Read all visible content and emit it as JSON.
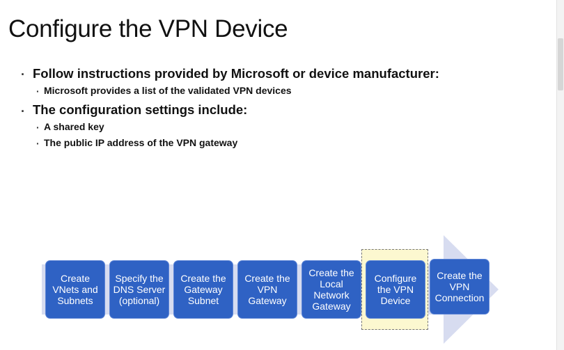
{
  "slide": {
    "title": "Configure the VPN Device",
    "bullets": [
      {
        "text": "Follow instructions provided by Microsoft or device manufacturer:",
        "sub": [
          "Microsoft provides a list of the validated VPN devices"
        ]
      },
      {
        "text": "The configuration settings include:",
        "sub": [
          "A shared key",
          "The public IP address of the VPN gateway"
        ]
      }
    ],
    "bullet_glyph": "·"
  },
  "process": {
    "steps": [
      "Create\nVNets and\nSubnets",
      "Specify the\nDNS Server\n(optional)",
      "Create the\nGateway\nSubnet",
      "Create the\nVPN\nGateway",
      "Create the\nLocal\nNetwork\nGateway",
      "Configure\nthe VPN\nDevice",
      "Create the\nVPN\nConnection"
    ],
    "current_step_index": 5
  },
  "colors": {
    "step_fill": "#2f62c4",
    "step_border": "#5f86d6",
    "arrow_fill": "#d7dcf0",
    "highlight_fill": "#fcf8d0"
  }
}
